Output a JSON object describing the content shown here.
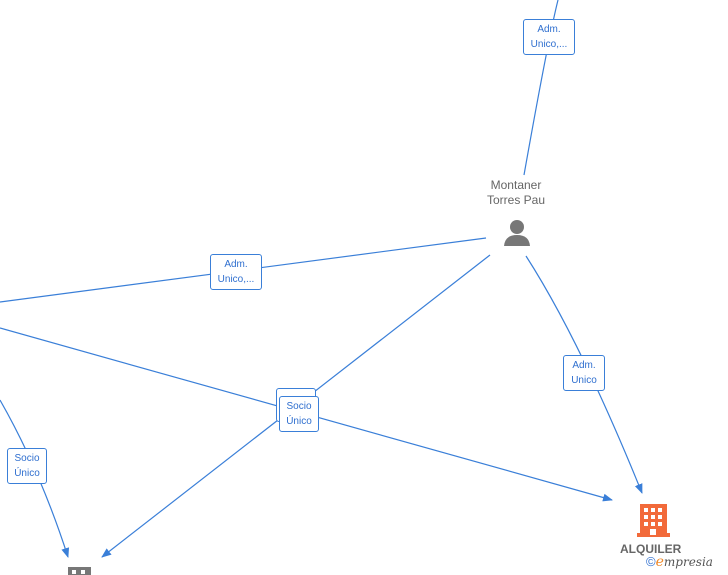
{
  "nodes": {
    "person": {
      "name_line1": "Montaner",
      "name_line2": "Torres Pau",
      "icon": "person-icon"
    },
    "company": {
      "name_line1": "ALQUILER",
      "icon": "building-icon",
      "color": "#f26a3a"
    },
    "company_partial": {
      "icon": "building-icon",
      "color": "#777777"
    }
  },
  "edge_labels": [
    {
      "line1": "Adm.",
      "line2": "Unico,..."
    },
    {
      "line1": "Adm.",
      "line2": "Unico,..."
    },
    {
      "line1": "Adm.",
      "line2": "Unico"
    },
    {
      "line1": "Socio",
      "line2": "Único"
    },
    {
      "line1": "Socio",
      "line2": "Único"
    }
  ],
  "watermark": {
    "copyright": "©",
    "brand_initial": "e",
    "brand_rest": "mpresia"
  },
  "colors": {
    "edge": "#3a7fd8",
    "label_text": "#2f6fcf",
    "node_text": "#666666"
  }
}
